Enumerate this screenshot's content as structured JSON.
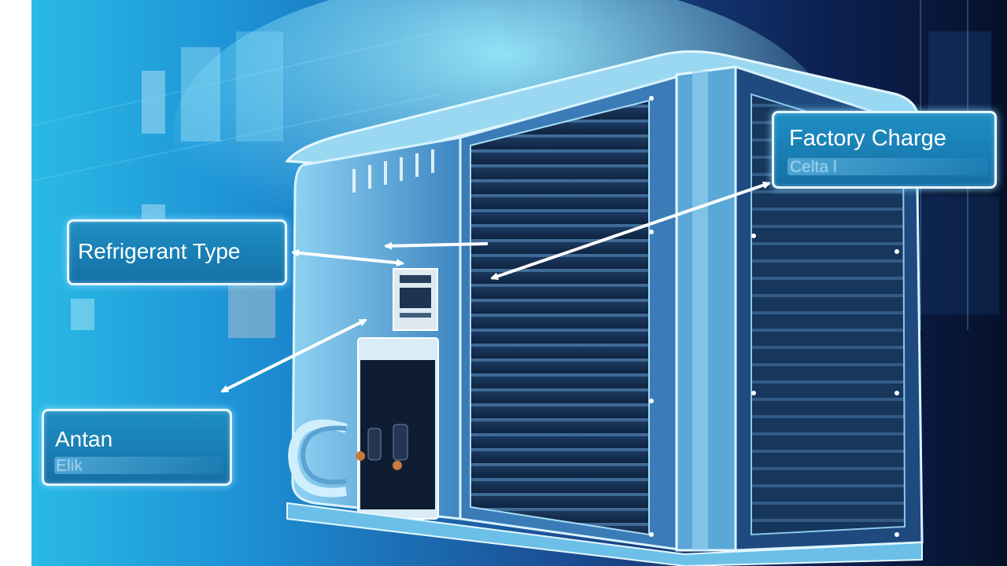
{
  "labels": {
    "refrigerant": {
      "title": "Refrigerant Type"
    },
    "factory": {
      "title": "Factory Charge",
      "subtitle": "Celta l"
    },
    "antan": {
      "title": "Antan",
      "subtitle": "Elik"
    }
  },
  "colors": {
    "background_left": "#2bc0e8",
    "background_right": "#06112a",
    "unit_edge": "#bfe9ff",
    "grille": "#132a45",
    "label_fill": "#1a7fb8",
    "label_border": "#e8f6ff",
    "arrow": "#ffffff"
  },
  "icons": [
    "air-conditioner-unit",
    "arrow"
  ]
}
